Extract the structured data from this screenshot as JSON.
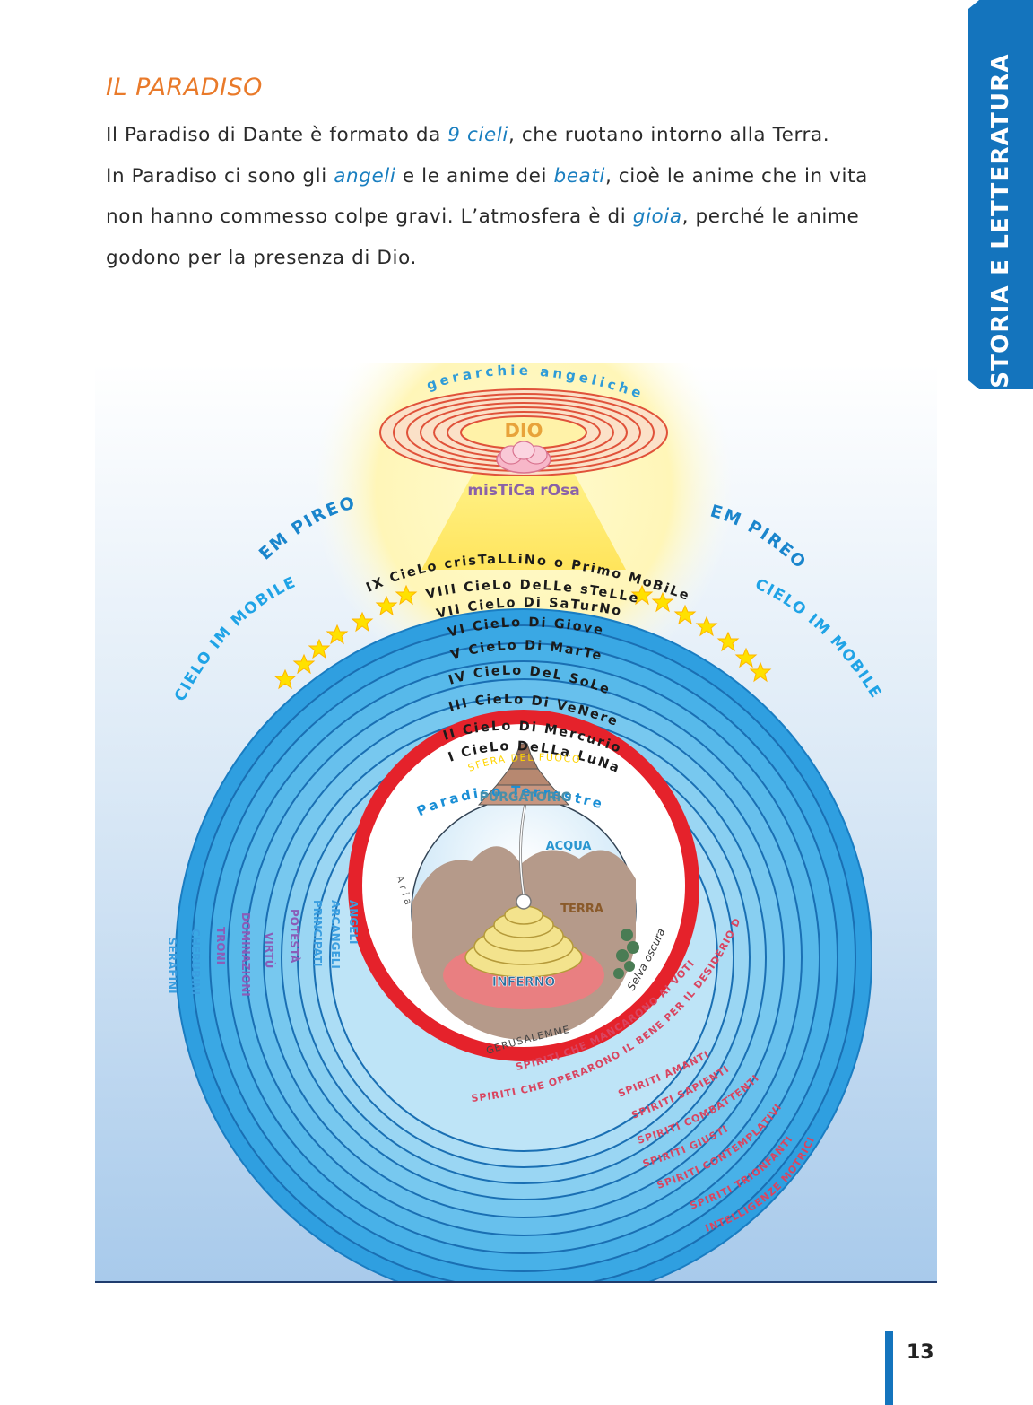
{
  "page": {
    "title": "IL PARADISO",
    "side_tab": "STORIA E LETTERATURA",
    "page_number": "13",
    "colors": {
      "accent_orange": "#e97a2a",
      "accent_blue": "#1a7fc0",
      "tab_blue": "#1474bd"
    }
  },
  "intro": {
    "l1a": "Il Paradiso di Dante è formato da ",
    "l1b": "9 cieli",
    "l1c": ", che ruotano intorno alla Terra.",
    "l2a": "In Paradiso ci sono gli ",
    "l2b": "angeli",
    "l2c": " e le anime dei ",
    "l2d": "beati",
    "l2e": ", cioè le anime che in vita",
    "l3a": "non hanno commesso colpe gravi. L’atmosfera è di ",
    "l3b": "gioia",
    "l3c": ", perché le anime",
    "l4": "godono per la presenza di Dio."
  },
  "diagram": {
    "gerarchie": "gerarchie angeliche",
    "dio": "DIO",
    "rosa": "misTiCa rOsa",
    "empireo": "EM PIREO",
    "cielo_immobile": "CIELO IM MOBILE",
    "heavens": [
      "IX CieLo crisTaLLiNo o Primo MoBiLe",
      "VIII CieLo DeLLe sTeLLe",
      "VII CieLo Di SaTurNo",
      "VI CieLo Di Giove",
      "V CieLo Di MarTe",
      "IV CieLo DeL SoLe",
      "III CieLo Di VeNere",
      "II CieLo Di Mercurio",
      "I CieLo DeLLa LuNa"
    ],
    "sfera_fuoco": "SFERA DEL FUOCO",
    "paradiso_terrestre": "Paradiso Terrestre",
    "purgatorio": "PURGATORIO",
    "acqua": "ACQUA",
    "terra": "TERRA",
    "aria": "Aria",
    "inferno": "INFERNO",
    "selva": "Selva oscura",
    "gerusalemme": "GERUSALEMME",
    "angels": [
      "ANGELI",
      "ARCANGELI",
      "PRINCIPATI",
      "POTESTÀ",
      "VIRTÙ",
      "DOMINAZIONI",
      "TRONI",
      "CHERUBINI",
      "SERAFINI"
    ],
    "spirits": [
      "SPIRITI CHE MANCARONO AI VOTI",
      "SPIRITI CHE OPERARONO IL BENE PER IL DESIDERIO DI GLORIA",
      "SPIRITI AMANTI",
      "SPIRITI SAPIENTI",
      "SPIRITI COMBATTENTI",
      "SPIRITI GIUSTI",
      "SPIRITI CONTEMPLATIVI",
      "SPIRITI TRIONFANTI",
      "INTELLIGENZE MOTRICI"
    ]
  }
}
